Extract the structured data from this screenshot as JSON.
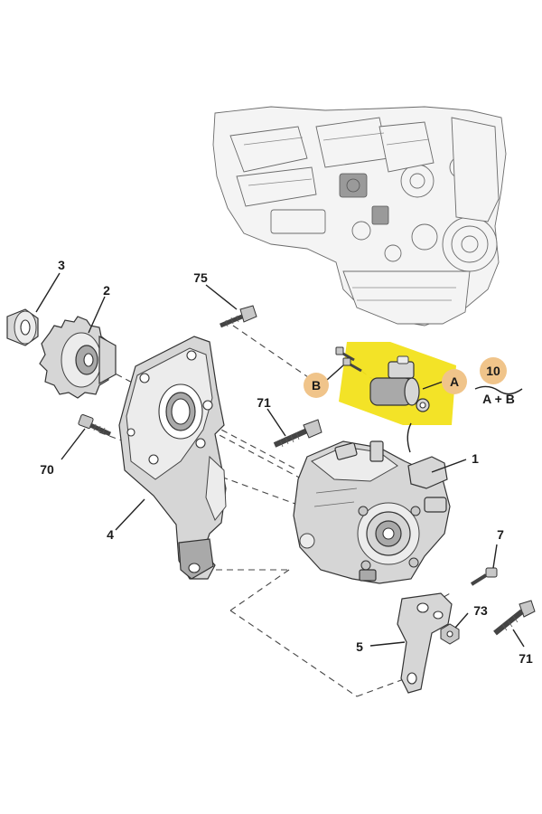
{
  "diagram": {
    "callouts": {
      "c1": "1",
      "c2": "2",
      "c3": "3",
      "c4": "4",
      "c5": "5",
      "c7": "7",
      "c10": "10",
      "c70": "70",
      "c71a": "71",
      "c71b": "71",
      "c73": "73",
      "c75": "75"
    },
    "kit_labels": {
      "a": "A",
      "b": "B",
      "a_plus_b": "A + B"
    },
    "colors": {
      "highlight": "#f2e21b",
      "badge": "#f0c48a",
      "line": "#222222"
    }
  }
}
